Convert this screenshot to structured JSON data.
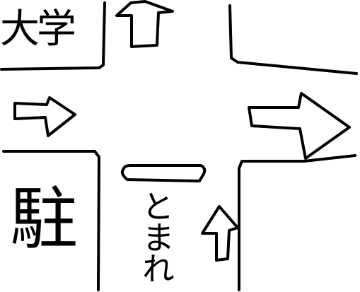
{
  "diagram": {
    "labels": {
      "university": "大学",
      "parking": "駐",
      "stop": "とまれ"
    },
    "colors": {
      "stroke": "#000000",
      "background": "#ffffff"
    }
  }
}
